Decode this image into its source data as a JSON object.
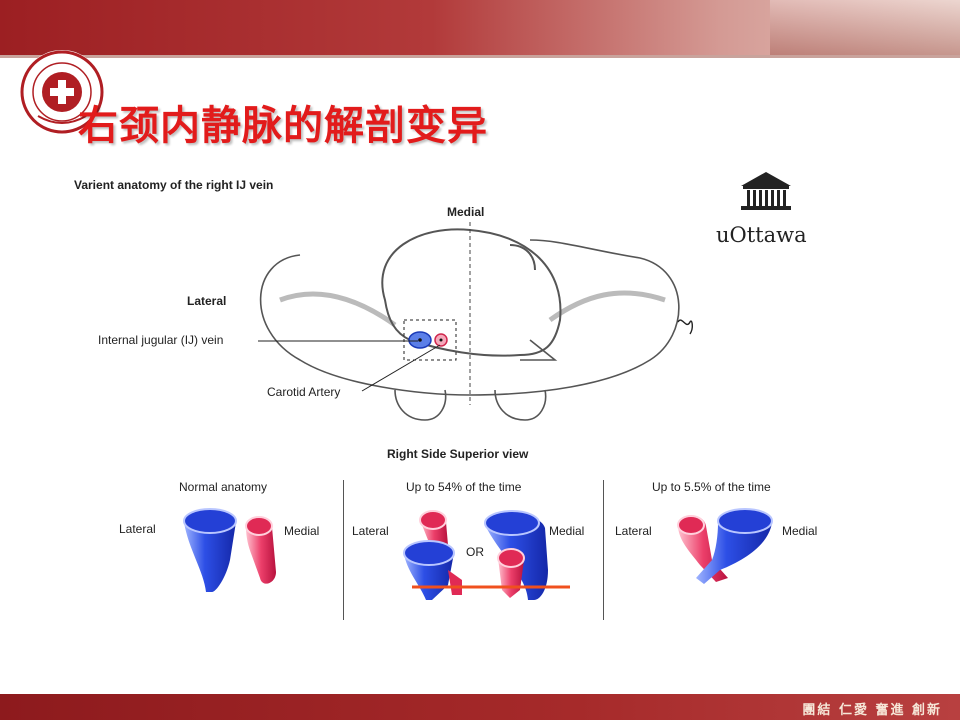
{
  "slide": {
    "title": "右颈内静脉的解剖变异",
    "motto": "團結 仁愛 奮進 創新"
  },
  "figure": {
    "title": "Varient anatomy of the right IJ vein",
    "medial": "Medial",
    "lateral": "Lateral",
    "ij_label": "Internal jugular (IJ) vein",
    "carotid_label": "Carotid Artery",
    "view_label": "Right Side Superior view",
    "university": "uOttawa"
  },
  "panels": [
    {
      "header": "Normal anatomy",
      "left": "Lateral",
      "right": "Medial"
    },
    {
      "header": "Up to 54% of the time",
      "left": "Lateral",
      "right": "Medial",
      "or": "OR"
    },
    {
      "header": "Up to 5.5% of the time",
      "left": "Lateral",
      "right": "Medial"
    }
  ],
  "colors": {
    "vein": "#1f3fd8",
    "artery": "#e0325a",
    "title": "#e21b1b",
    "band": "#9c1f22"
  }
}
